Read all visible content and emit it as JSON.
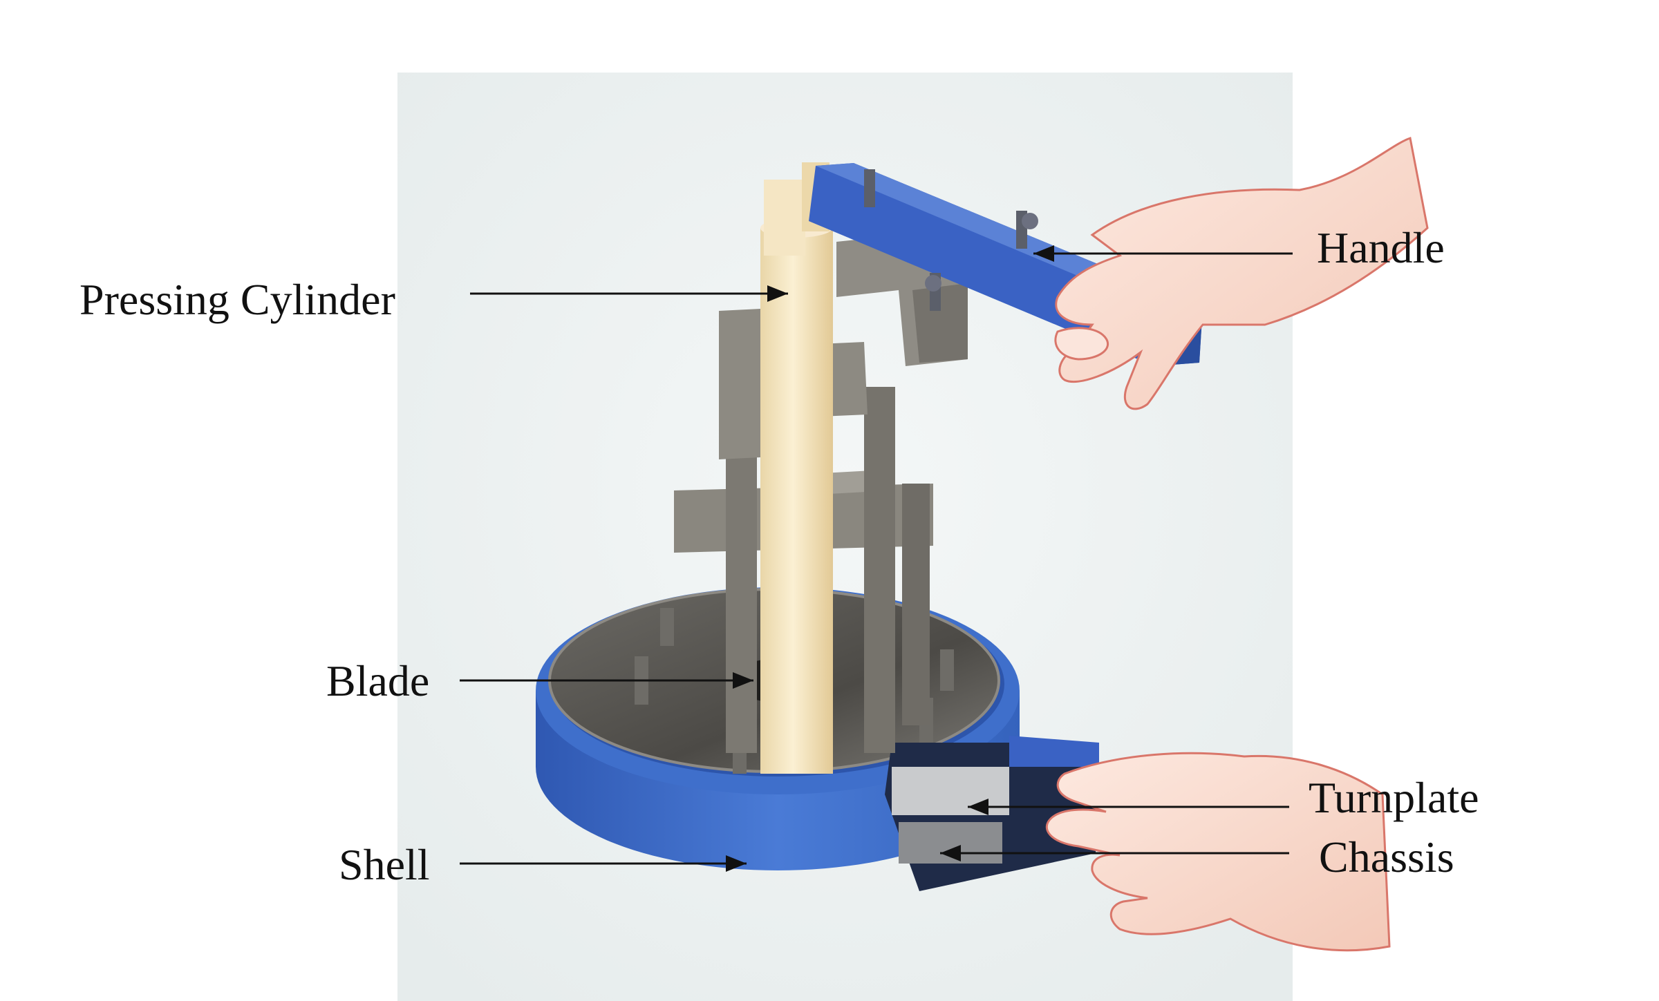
{
  "labels": {
    "pressing_cylinder": "Pressing Cylinder",
    "handle": "Handle",
    "blade": "Blade",
    "turnplate": "Turnplate",
    "chassis": "Chassis",
    "shell": "Shell"
  },
  "colors": {
    "background_panel": "#eef2f2",
    "shell_blue": "#3f6fcb",
    "handle_blue": "#3a62c4",
    "frame_gray": "#8a877f",
    "cylinder_cream": "#f3e3be",
    "disc_dark": "#55534f",
    "skin": "#f7d8cc",
    "text": "#111111"
  }
}
